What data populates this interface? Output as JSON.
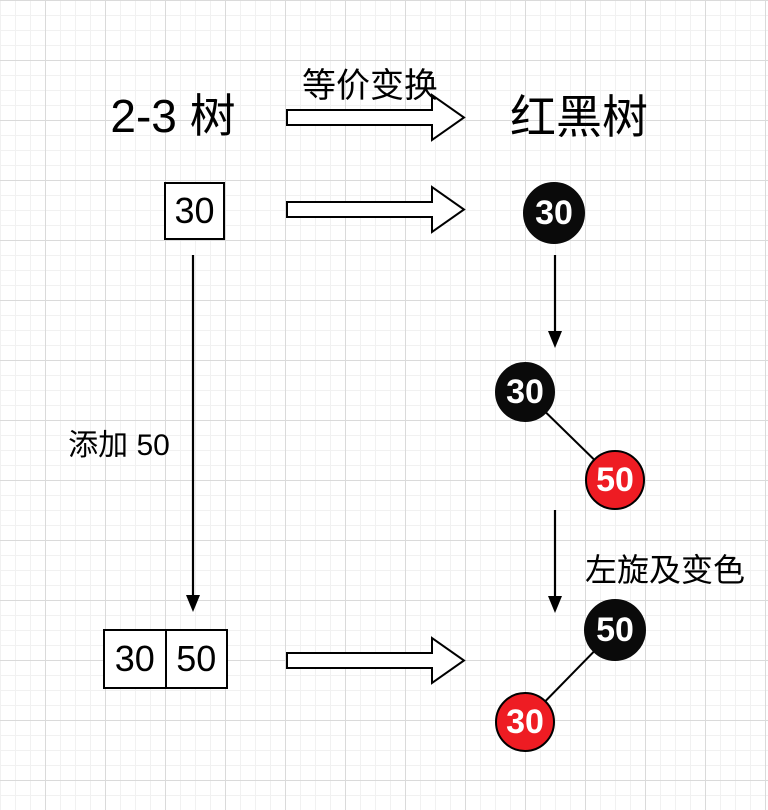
{
  "diagram": {
    "left_title": "2-3 树",
    "right_title": "红黑树",
    "top_arrow_label": "等价变换",
    "add_arrow_label": "添加 50",
    "rotate_label": "左旋及变色"
  },
  "two_three_tree": {
    "step1_node": {
      "keys": [
        "30"
      ]
    },
    "step2_node": {
      "keys": [
        "30",
        "50"
      ]
    }
  },
  "red_black_tree": {
    "step1": {
      "nodes": [
        {
          "value": "30",
          "color": "black"
        }
      ]
    },
    "step2": {
      "nodes": [
        {
          "value": "30",
          "color": "black"
        },
        {
          "value": "50",
          "color": "red"
        }
      ]
    },
    "step3": {
      "nodes": [
        {
          "value": "50",
          "color": "black"
        },
        {
          "value": "30",
          "color": "red"
        }
      ]
    }
  },
  "colors": {
    "red_node": "#ee1c23",
    "black_node": "#0a0a0a",
    "stroke": "#000000",
    "grid_minor": "#f1f1f1",
    "grid_major": "#dadada",
    "background": "#ffffff",
    "node_text": "#ffffff"
  }
}
